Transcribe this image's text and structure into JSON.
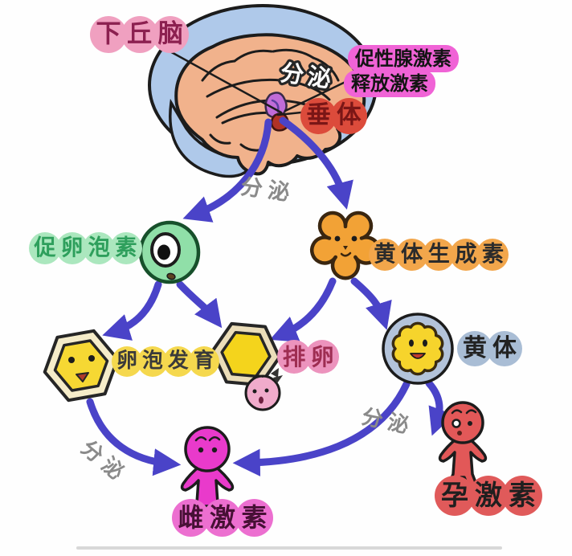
{
  "labels": {
    "hypothalamus": "下丘脑",
    "gnrh_line1": "促性腺激素",
    "gnrh_line2": "释放激素",
    "pituitary": "垂体",
    "secrete_brain": "分泌",
    "secrete_pituitary": "分泌",
    "fsh": "促卵泡素",
    "lh": "黄体生成素",
    "follicle_development": "卵泡发育",
    "ovulation": "排卵",
    "corpus_luteum": "黄体",
    "secrete_follicle": "分泌",
    "secrete_luteum": "分泌",
    "estrogen": "雌激素",
    "progesterone": "孕激素"
  },
  "edges": [
    {
      "from": "下丘脑",
      "to": "垂体",
      "label": "分泌"
    },
    {
      "from": "垂体",
      "to": "促卵泡素",
      "label": "分泌"
    },
    {
      "from": "垂体",
      "to": "黄体生成素",
      "label": "分泌"
    },
    {
      "from": "促卵泡素",
      "to": "卵泡发育",
      "label": ""
    },
    {
      "from": "促卵泡素",
      "to": "排卵",
      "label": ""
    },
    {
      "from": "黄体生成素",
      "to": "排卵",
      "label": ""
    },
    {
      "from": "黄体生成素",
      "to": "黄体",
      "label": ""
    },
    {
      "from": "卵泡发育",
      "to": "雌激素",
      "label": "分泌"
    },
    {
      "from": "黄体",
      "to": "雌激素",
      "label": "分泌"
    },
    {
      "from": "黄体",
      "to": "孕激素",
      "label": "分泌"
    }
  ],
  "palette": {
    "arrow": "#4a43c8",
    "outline": "#1c1c1c",
    "skull_blue": "#afc9ea",
    "brain_peach": "#f1b28c",
    "hypothalamus_purple": "#c06cd8",
    "pituitary_drop_red": "#b03226",
    "hypothalamus_bubble": "#f0a0c0",
    "hypothalamus_text": "#8c2050",
    "gnrh_highlight": "#f063d6",
    "pituitary_bubble": "#dc4b3b",
    "pituitary_text": "#7a1616",
    "fsh_bubble": "#abe7be",
    "fsh_text": "#2e9f5c",
    "fsh_body_green": "#90dfa8",
    "lh_bubble": "#f2a64b",
    "lh_flower_orange": "#f2a236",
    "follicle_bubble": "#f5d84e",
    "hexagon_ring": "#f5ecc9",
    "hexagon_core": "#f6d833",
    "ovulation_bubble": "#ec93bd",
    "ovulation_text": "#9e2d52",
    "luteum_bubble": "#a9bdd5",
    "luteum_ring_blue": "#b3c3da",
    "luteum_core_yellow": "#f6d42c",
    "egg_pink": "#f0abcb",
    "estrogen_bubble": "#ec6fd0",
    "estrogen_text": "#471035",
    "estrogen_body": "#e93acb",
    "progesterone_bubble": "#e05a5a",
    "progesterone_body": "#e25858",
    "secrete_text": "#8a8a8a"
  }
}
